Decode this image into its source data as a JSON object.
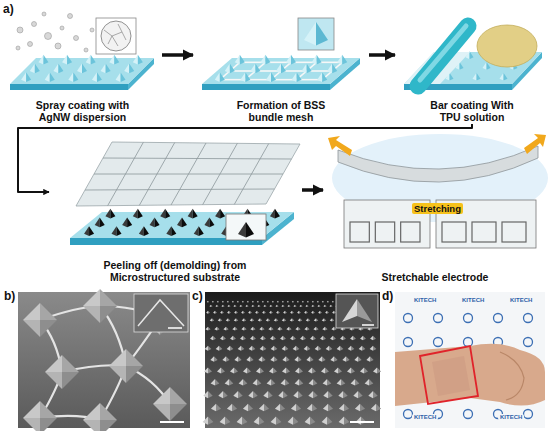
{
  "diagram": {
    "nodes": [
      {
        "text": [
          "Spray coating with AgNW dispersion"
        ]
      },
      {
        "text": [
          "Formation of BSS bundle mesh"
        ]
      },
      {
        "text": [
          "Bar coating With TPU solution"
        ]
      },
      {
        "text": [
          "Peeling off (demolding) from Microstructured substrate"
        ]
      },
      {
        "text": [
          "Stretchable electrode"
        ]
      }
    ],
    "edges": [
      {
        "from": 0,
        "to": 1,
        "arrow": "to"
      },
      {
        "from": 1,
        "to": 2,
        "arrow": "to"
      },
      {
        "from": 2,
        "to": 3,
        "arrow": "to"
      },
      {
        "from": 3,
        "to": 4,
        "arrow": "to"
      }
    ],
    "labels": [
      "a)",
      "Stretching",
      "b)",
      "c)",
      "d)",
      "KITECH",
      "KITECH",
      "KITECH",
      "KITECH",
      "KITECH"
    ]
  }
}
